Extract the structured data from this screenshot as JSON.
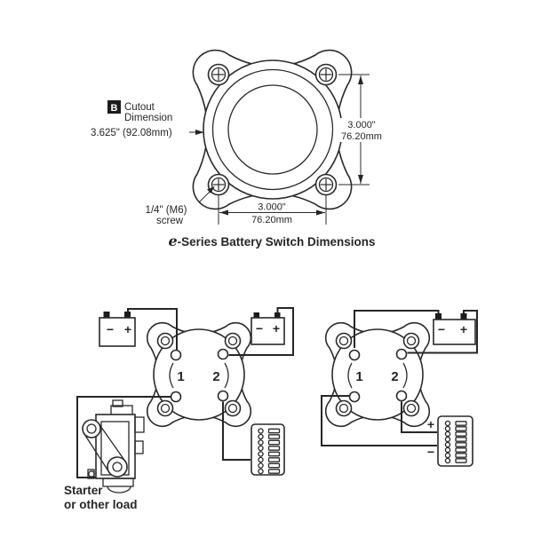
{
  "colors": {
    "ink": "#262626",
    "background": "#ffffff"
  },
  "top_diagram": {
    "callout_b": {
      "badge": "B",
      "line1": "Cutout",
      "line2": "Dimension",
      "value": "3.625\" (92.08mm)"
    },
    "vertical_dimension": {
      "inches": "3.000\"",
      "mm": "76.20mm"
    },
    "horizontal_dimension": {
      "inches": "3.000\"",
      "mm": "76.20mm"
    },
    "screw_callout": {
      "line1": "1/4\" (M6)",
      "line2": "screw"
    },
    "caption": {
      "e_logo": "e",
      "text": "-Series Battery Switch Dimensions"
    }
  },
  "wiring": {
    "switch_labels": {
      "pos1": "1",
      "pos2": "2"
    },
    "battery": {
      "minus": "−",
      "plus": "+"
    },
    "left": {
      "load_label": {
        "line1": "Starter",
        "line2": "or other load"
      }
    },
    "right": {
      "fuse_block": {
        "plus": "+",
        "minus": "−"
      }
    }
  }
}
